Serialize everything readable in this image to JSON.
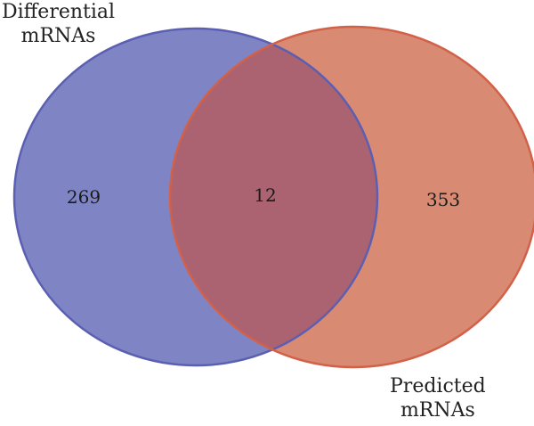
{
  "sets": [
    {
      "label_lines": [
        "Differential",
        "mRNAs"
      ],
      "only_count": "269",
      "fill": "#7f84c5",
      "stroke": "#5b5fb2"
    },
    {
      "label_lines": [
        "Predicted",
        "mRNAs"
      ],
      "only_count": "353",
      "fill": "#d98a72",
      "stroke": "#d26149"
    }
  ],
  "intersection": {
    "count": "12",
    "fill": "#ab6271"
  }
}
